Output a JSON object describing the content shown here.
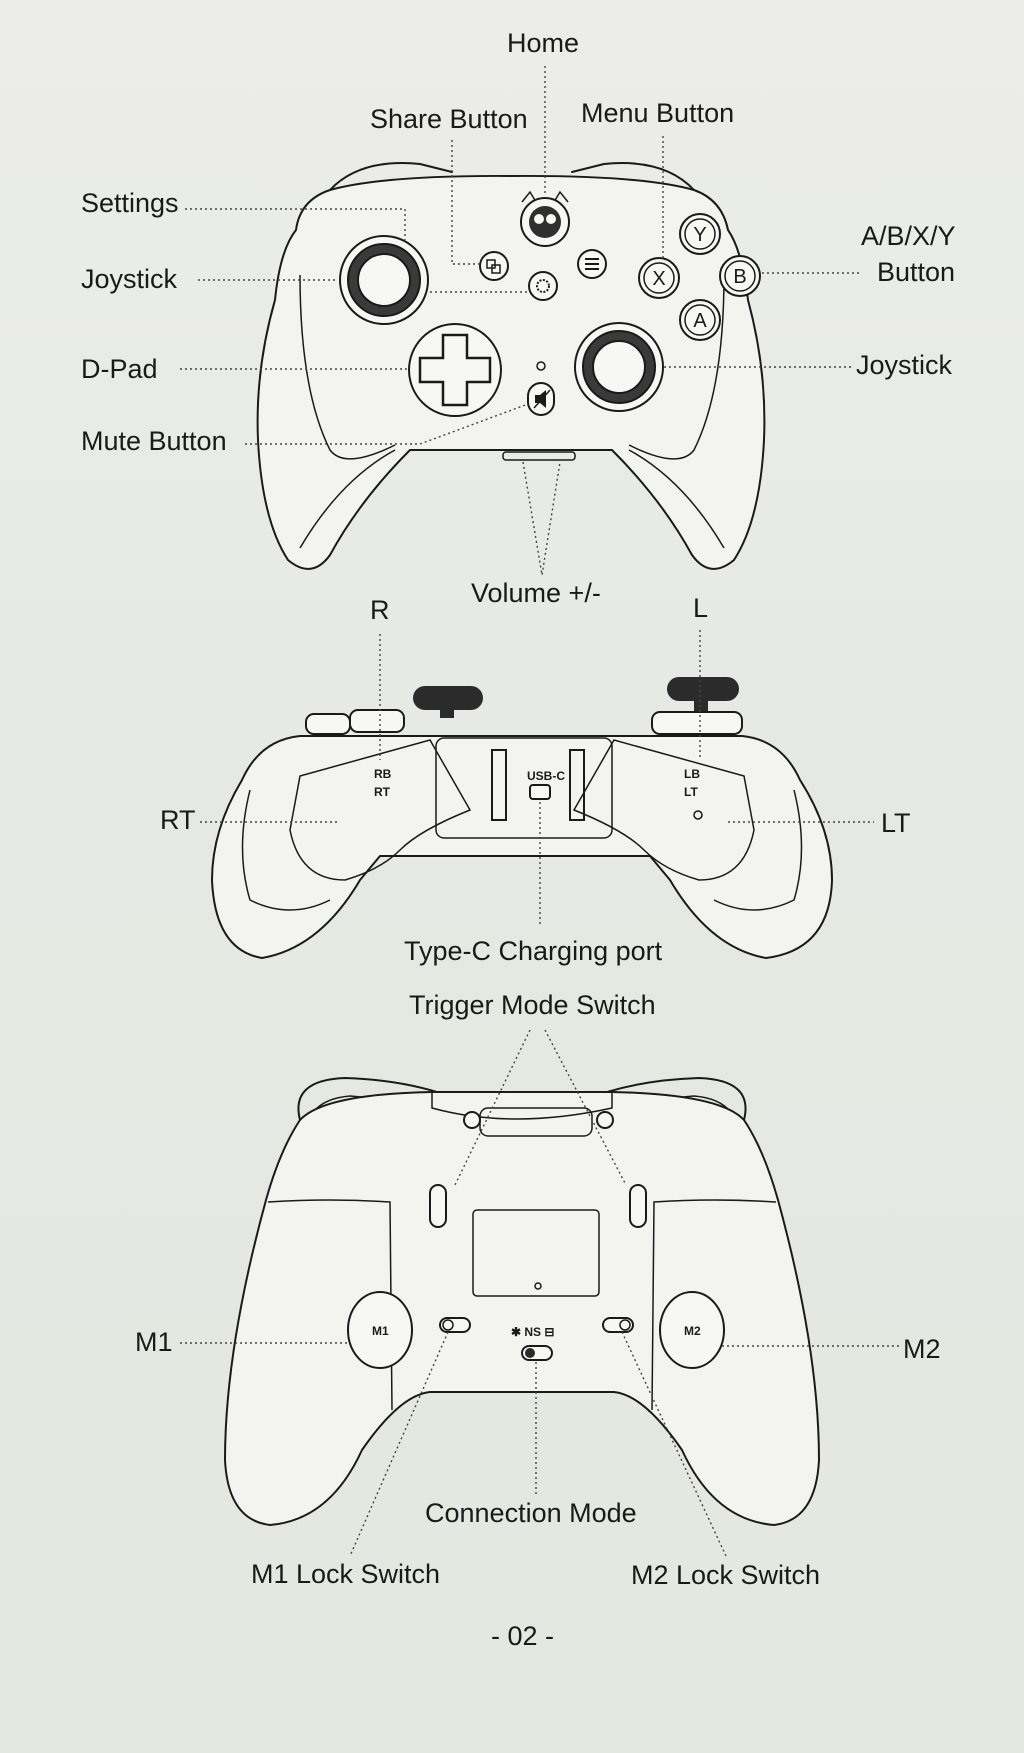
{
  "front_view": {
    "labels": {
      "home": "Home",
      "share": "Share Button",
      "menu": "Menu Button",
      "settings": "Settings",
      "joystick_left": "Joystick",
      "abxy_line1": "A/B/X/Y",
      "abxy_line2": "Button",
      "dpad": "D-Pad",
      "joystick_right": "Joystick",
      "mute": "Mute Button",
      "volume": "Volume +/-"
    },
    "face_buttons": {
      "y": "Y",
      "x": "X",
      "b": "B",
      "a": "A"
    }
  },
  "top_view": {
    "labels": {
      "r": "R",
      "l": "L",
      "rt": "RT",
      "lt": "LT",
      "type_c": "Type-C Charging port"
    },
    "printed": {
      "rb": "RB",
      "rt": "RT",
      "lb": "LB",
      "lt": "LT",
      "usb": "USB-C"
    }
  },
  "back_view": {
    "labels": {
      "trigger_mode": "Trigger Mode Switch",
      "m1": "M1",
      "m2": "M2",
      "connection": "Connection Mode",
      "m1_lock": "M1 Lock Switch",
      "m2_lock": "M2 Lock Switch"
    },
    "paddles": {
      "m1": "M1",
      "m2": "M2"
    },
    "mode_text": "✱ NS ⊟"
  },
  "page_number": "- 02 -"
}
